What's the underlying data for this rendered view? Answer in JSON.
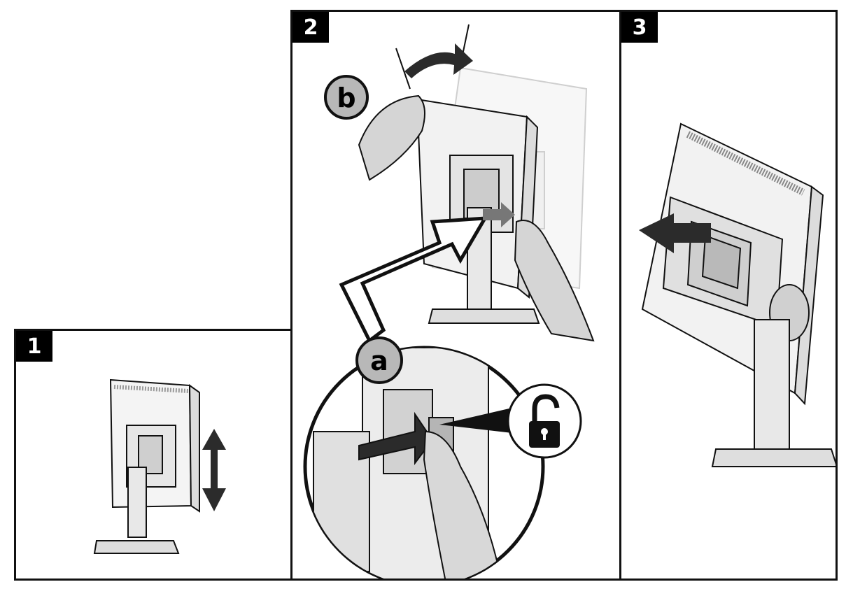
{
  "steps": [
    {
      "number": "1"
    },
    {
      "number": "2"
    },
    {
      "number": "3"
    }
  ],
  "callouts": {
    "a": "a",
    "b": "b"
  },
  "icons": {
    "unlock": "unlock-icon",
    "vertical_arrow": "up-down-arrow-icon",
    "rotate_arrow": "rotate-arrow-icon",
    "remove_arrow": "left-arrow-icon"
  },
  "colors": {
    "line": "#111111",
    "shade": "#bbbbbb",
    "ghost": "#cfcfcf",
    "callout_fill": "#b8b8b8",
    "arrow_fill": "#2b2b2b"
  }
}
